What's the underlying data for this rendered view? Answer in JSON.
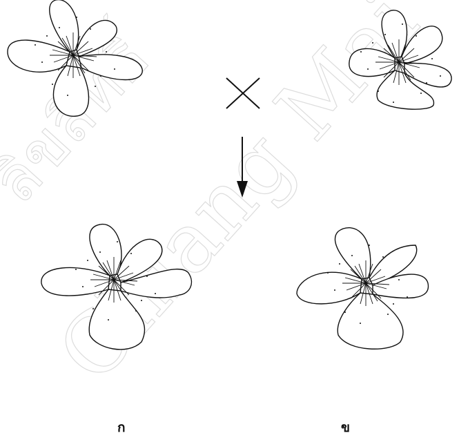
{
  "labels": {
    "offspring_left": "ก",
    "offspring_right": "ข"
  },
  "watermark": {
    "text_lines": [
      "Chiang Mai Uni",
      "ลิขสิทธิ์"
    ]
  },
  "colors": {
    "ink": "#111111",
    "watermark": "#d9d9d9"
  },
  "icons": {
    "cross": "cross-symbol",
    "arrow": "down-arrow"
  }
}
